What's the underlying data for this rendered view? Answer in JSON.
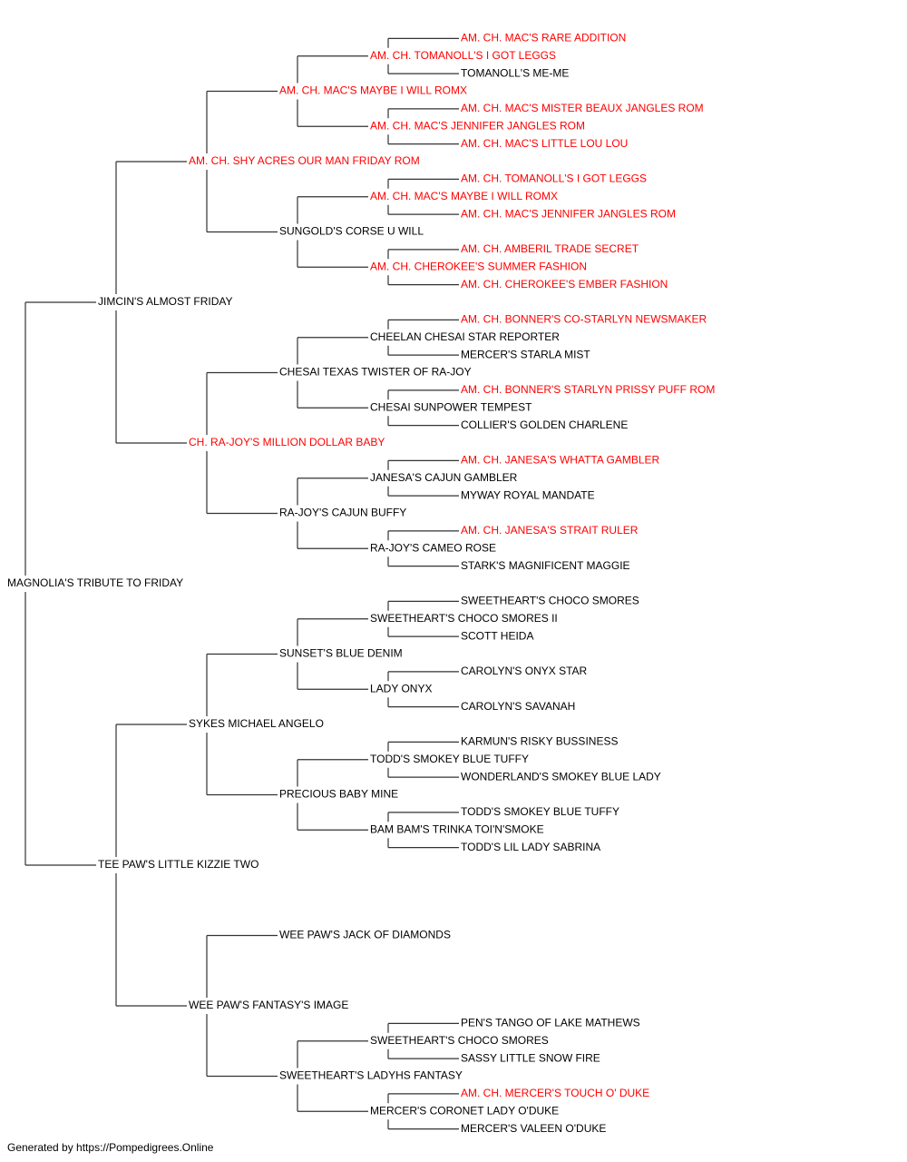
{
  "colors": {
    "champion": "#ff0000",
    "normal": "#000000",
    "line": "#333333"
  },
  "pedigree": {
    "name": "MAGNOLIA'S TRIBUTE TO FRIDAY",
    "champion": false,
    "sire": {
      "name": "JIMCIN'S ALMOST FRIDAY",
      "champion": false,
      "sire": {
        "name": "AM. CH. SHY ACRES OUR MAN FRIDAY ROM",
        "champion": true,
        "sire": {
          "name": "AM. CH. MAC'S MAYBE I WILL ROMX",
          "champion": true,
          "sire": {
            "name": "AM. CH. TOMANOLL'S I GOT LEGGS",
            "champion": true,
            "sire": {
              "name": "AM. CH. MAC'S RARE ADDITION",
              "champion": true
            },
            "dam": {
              "name": "TOMANOLL'S ME-ME",
              "champion": false
            }
          },
          "dam": {
            "name": "AM. CH. MAC'S JENNIFER JANGLES ROM",
            "champion": true,
            "sire": {
              "name": "AM. CH. MAC'S MISTER BEAUX JANGLES ROM",
              "champion": true
            },
            "dam": {
              "name": "AM. CH. MAC'S LITTLE LOU LOU",
              "champion": true
            }
          }
        },
        "dam": {
          "name": "SUNGOLD'S CORSE U WILL",
          "champion": false,
          "sire": {
            "name": "AM. CH. MAC'S MAYBE I WILL ROMX",
            "champion": true,
            "sire": {
              "name": "AM. CH. TOMANOLL'S I GOT LEGGS",
              "champion": true
            },
            "dam": {
              "name": "AM. CH. MAC'S JENNIFER JANGLES ROM",
              "champion": true
            }
          },
          "dam": {
            "name": "AM. CH. CHEROKEE'S SUMMER FASHION",
            "champion": true,
            "sire": {
              "name": "AM. CH. AMBERIL TRADE SECRET",
              "champion": true
            },
            "dam": {
              "name": "AM. CH. CHEROKEE'S EMBER FASHION",
              "champion": true
            }
          }
        }
      },
      "dam": {
        "name": "CH. RA-JOY'S MILLION DOLLAR BABY",
        "champion": true,
        "sire": {
          "name": "CHESAI TEXAS TWISTER OF RA-JOY",
          "champion": false,
          "sire": {
            "name": "CHEELAN CHESAI STAR REPORTER",
            "champion": false,
            "sire": {
              "name": "AM. CH. BONNER'S CO-STARLYN NEWSMAKER",
              "champion": true
            },
            "dam": {
              "name": "MERCER'S STARLA MIST",
              "champion": false
            }
          },
          "dam": {
            "name": "CHESAI SUNPOWER TEMPEST",
            "champion": false,
            "sire": {
              "name": "AM. CH. BONNER'S STARLYN PRISSY PUFF ROM",
              "champion": true
            },
            "dam": {
              "name": "COLLIER'S GOLDEN CHARLENE",
              "champion": false
            }
          }
        },
        "dam": {
          "name": "RA-JOY'S CAJUN BUFFY",
          "champion": false,
          "sire": {
            "name": "JANESA'S CAJUN GAMBLER",
            "champion": false,
            "sire": {
              "name": "AM. CH. JANESA'S WHATTA GAMBLER",
              "champion": true
            },
            "dam": {
              "name": "MYWAY ROYAL MANDATE",
              "champion": false
            }
          },
          "dam": {
            "name": "RA-JOY'S CAMEO ROSE",
            "champion": false,
            "sire": {
              "name": "AM. CH. JANESA'S STRAIT RULER",
              "champion": true
            },
            "dam": {
              "name": "STARK'S MAGNIFICENT MAGGIE",
              "champion": false
            }
          }
        }
      }
    },
    "dam": {
      "name": "TEE PAW'S LITTLE KIZZIE TWO",
      "champion": false,
      "sire": {
        "name": "SYKES MICHAEL ANGELO",
        "champion": false,
        "sire": {
          "name": "SUNSET'S BLUE DENIM",
          "champion": false,
          "sire": {
            "name": "SWEETHEART'S CHOCO SMORES II",
            "champion": false,
            "sire": {
              "name": "SWEETHEART'S CHOCO SMORES",
              "champion": false
            },
            "dam": {
              "name": "SCOTT HEIDA",
              "champion": false
            }
          },
          "dam": {
            "name": "LADY ONYX",
            "champion": false,
            "sire": {
              "name": "CAROLYN'S ONYX STAR",
              "champion": false
            },
            "dam": {
              "name": "CAROLYN'S SAVANAH",
              "champion": false
            }
          }
        },
        "dam": {
          "name": "PRECIOUS BABY MINE",
          "champion": false,
          "sire": {
            "name": "TODD'S SMOKEY BLUE TUFFY",
            "champion": false,
            "sire": {
              "name": "KARMUN'S RISKY BUSSINESS",
              "champion": false
            },
            "dam": {
              "name": "WONDERLAND'S SMOKEY BLUE LADY",
              "champion": false
            }
          },
          "dam": {
            "name": "BAM BAM'S TRINKA TOI'N'SMOKE",
            "champion": false,
            "sire": {
              "name": "TODD'S SMOKEY BLUE TUFFY",
              "champion": false
            },
            "dam": {
              "name": "TODD'S LIL LADY SABRINA",
              "champion": false
            }
          }
        }
      },
      "dam": {
        "name": "WEE PAW'S FANTASY'S IMAGE",
        "champion": false,
        "sire": {
          "name": "WEE PAW'S JACK OF DIAMONDS",
          "champion": false
        },
        "dam": {
          "name": "SWEETHEART'S LADYHS FANTASY",
          "champion": false,
          "sire": {
            "name": "SWEETHEART'S CHOCO SMORES",
            "champion": false,
            "sire": {
              "name": "PEN'S TANGO OF LAKE MATHEWS",
              "champion": false
            },
            "dam": {
              "name": "SASSY LITTLE SNOW FIRE",
              "champion": false
            }
          },
          "dam": {
            "name": "MERCER'S CORONET LADY O'DUKE",
            "champion": false,
            "sire": {
              "name": "AM. CH. MERCER'S TOUCH O' DUKE",
              "champion": true
            },
            "dam": {
              "name": "MERCER'S VALEEN O'DUKE",
              "champion": false
            }
          }
        }
      }
    }
  },
  "footer": "Generated by https://Pompedigrees.Online"
}
